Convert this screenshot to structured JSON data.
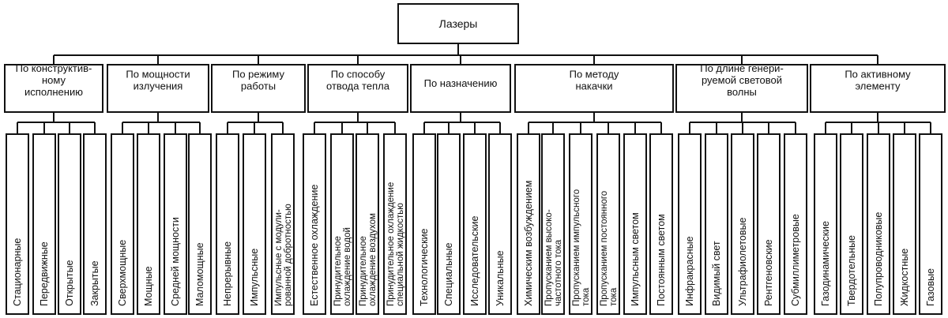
{
  "root": {
    "label": "Лазеры"
  },
  "categories": [
    {
      "lines": [
        "По конструктив-",
        "ному",
        "исполнению"
      ],
      "items": [
        [
          "Стационарные"
        ],
        [
          "Передвижные"
        ],
        [
          "Открытые"
        ],
        [
          "Закрытые"
        ]
      ]
    },
    {
      "lines": [
        "По мощности",
        "излучения"
      ],
      "items": [
        [
          "Сверхмощные"
        ],
        [
          "Мощные"
        ],
        [
          "Средней мощности"
        ],
        [
          "Маломощные"
        ]
      ]
    },
    {
      "lines": [
        "По режиму",
        "работы"
      ],
      "items": [
        [
          "Непрерывные"
        ],
        [
          "Импульсные"
        ],
        [
          "Импульсные с модули-",
          "рованной добротностью"
        ]
      ]
    },
    {
      "lines": [
        "По способу",
        "отвода тепла"
      ],
      "items": [
        [
          "Естественное охлаждение"
        ],
        [
          "Принудительное",
          "охлаждение водой"
        ],
        [
          "Принудительное",
          "охлаждение воздухом"
        ],
        [
          "Принудительное охлаждение",
          "специальной жидкостью"
        ]
      ]
    },
    {
      "lines": [
        "По назначению"
      ],
      "items": [
        [
          "Технологические"
        ],
        [
          "Специальные"
        ],
        [
          "Исследовательские"
        ],
        [
          "Уникальные"
        ]
      ]
    },
    {
      "lines": [
        "По методу",
        "накачки"
      ],
      "items": [
        [
          "Химическим возбуждением"
        ],
        [
          "Пропусканием высоко-",
          "частотного тока"
        ],
        [
          "Пропусканием импульсного",
          "тока"
        ],
        [
          "Пропусканием постоянного",
          "тока"
        ],
        [
          "Импульсным светом"
        ],
        [
          "Постоянным светом"
        ]
      ]
    },
    {
      "lines": [
        "По длине генери-",
        "руемой световой",
        "волны"
      ],
      "items": [
        [
          "Инфракрасные"
        ],
        [
          "Видимый свет"
        ],
        [
          "Ультрафиолетовые"
        ],
        [
          "Рентгеновские"
        ],
        [
          "Субмиллиметровые"
        ]
      ]
    },
    {
      "lines": [
        "По активному",
        "элементу"
      ],
      "items": [
        [
          "Газодинамические"
        ],
        [
          "Твердотельные"
        ],
        [
          "Полупроводниковые"
        ],
        [
          "Жидкостные"
        ],
        [
          "Газовые"
        ]
      ]
    }
  ]
}
